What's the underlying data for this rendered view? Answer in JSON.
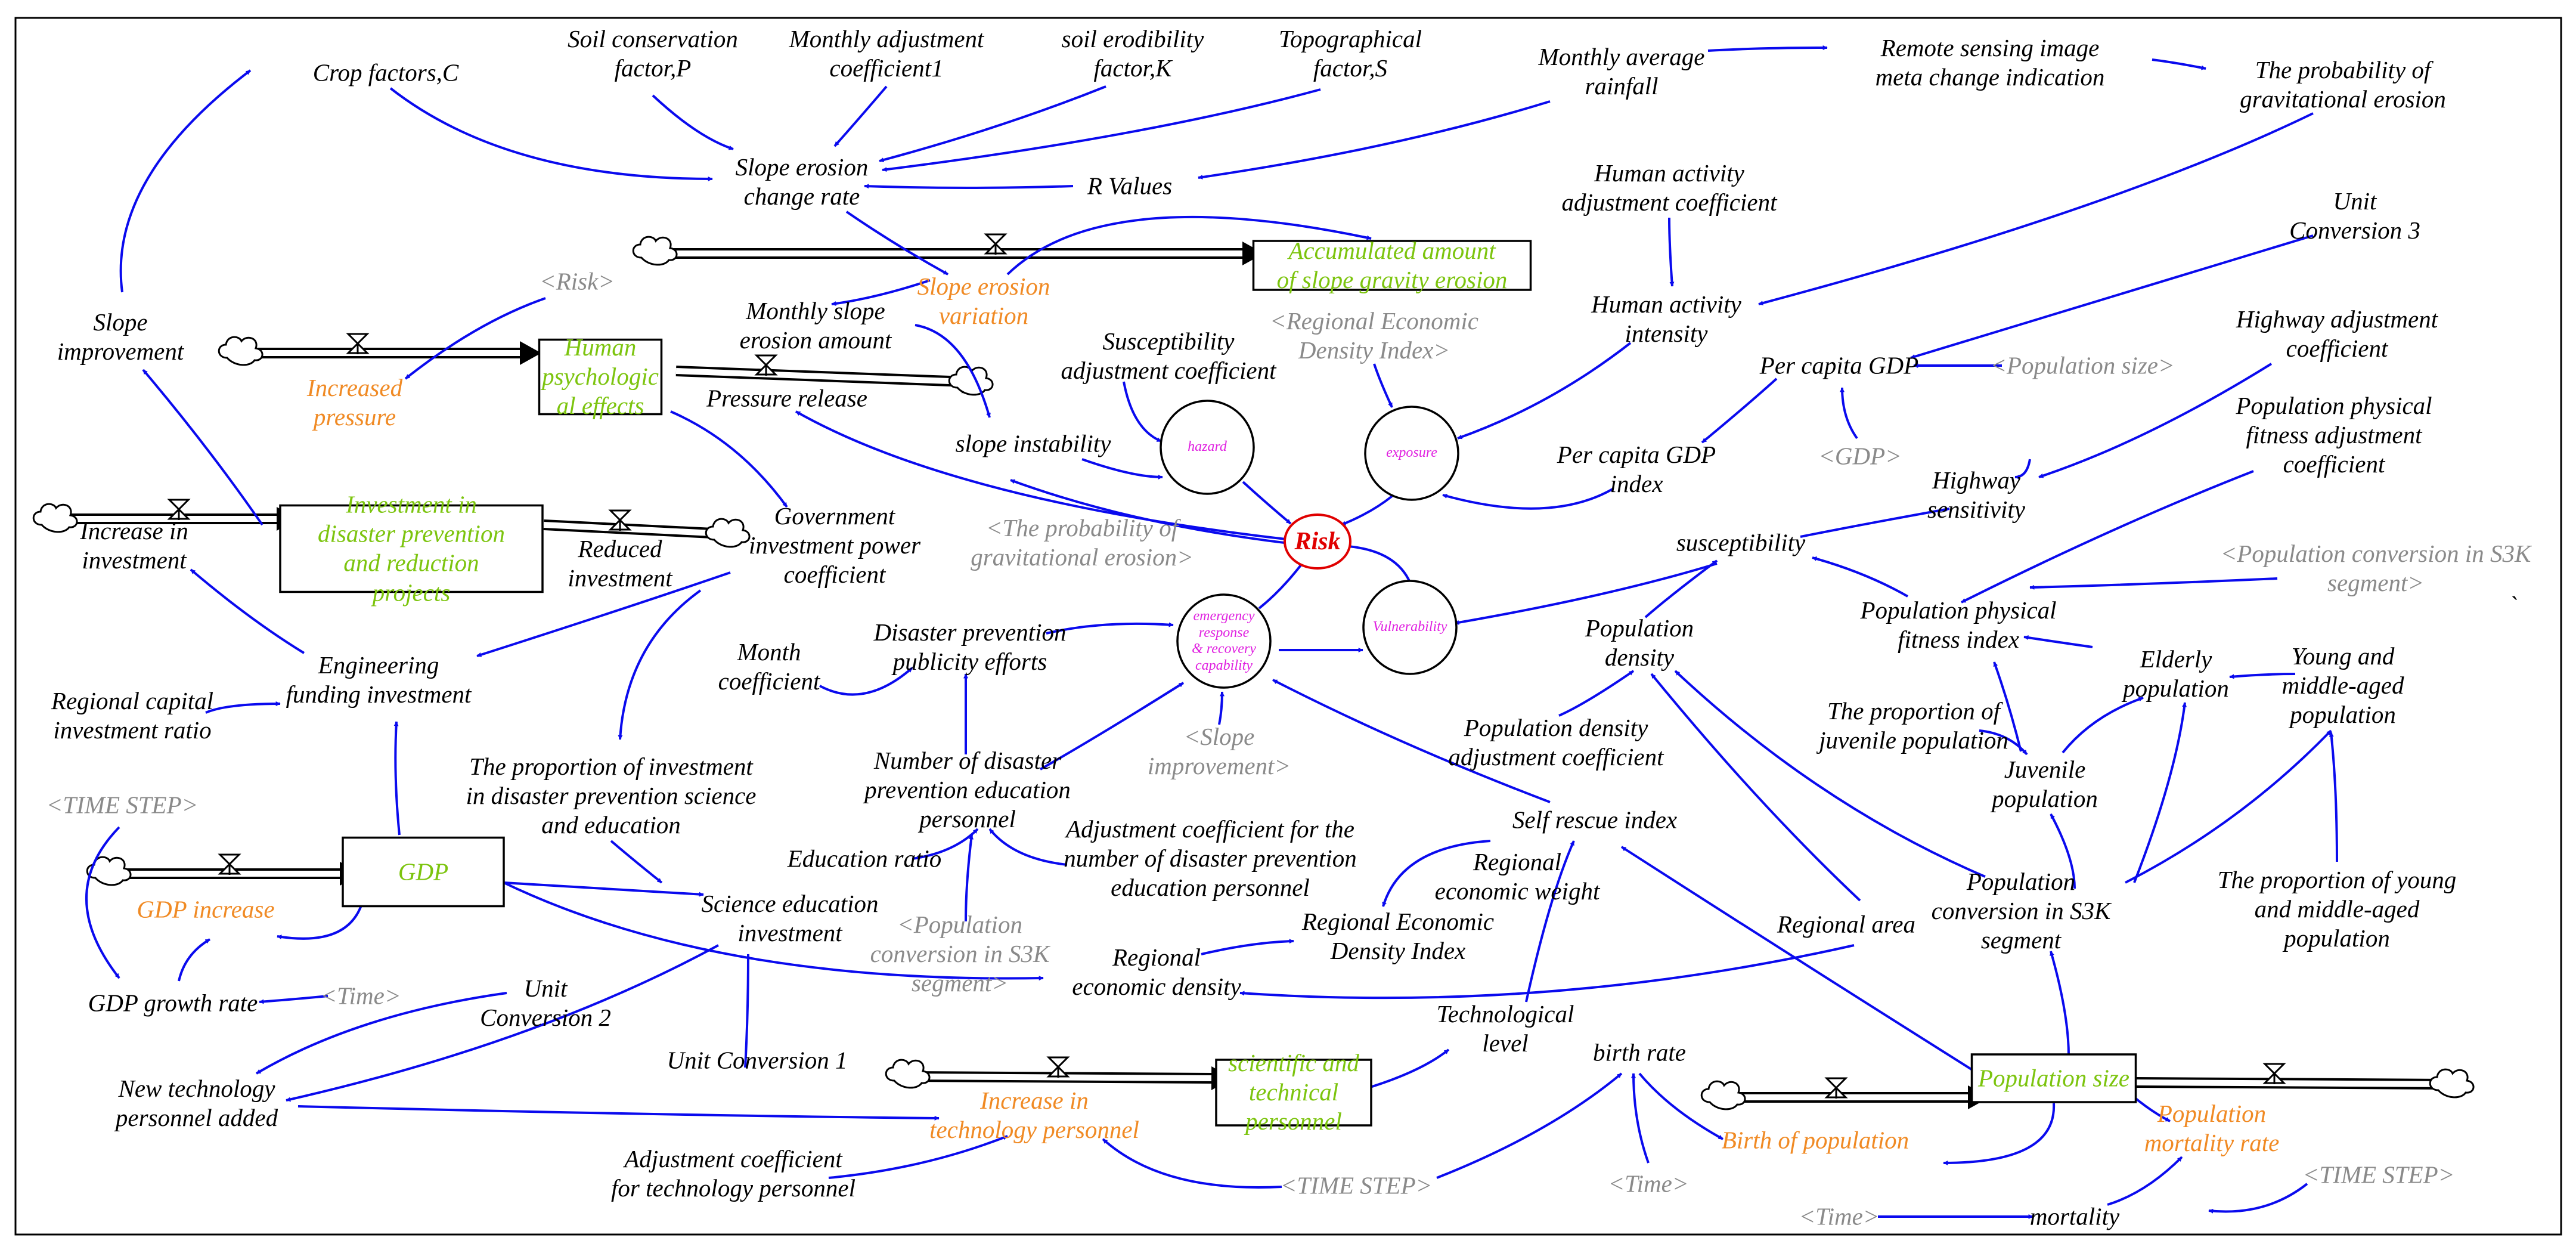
{
  "diagram": {
    "title": "",
    "nodes": [
      {
        "id": "crop",
        "text": "Crop factors,C",
        "kind": "var"
      },
      {
        "id": "soilcons",
        "text": "Soil conservation\nfactor,P",
        "kind": "var"
      },
      {
        "id": "monthadj1",
        "text": "Monthly adjustment\ncoefficient1",
        "kind": "var"
      },
      {
        "id": "erodK",
        "text": "soil erodibility\nfactor,K",
        "kind": "var"
      },
      {
        "id": "topoS",
        "text": "Topographical\nfactor,S",
        "kind": "var"
      },
      {
        "id": "rainfall",
        "text": "Monthly average\nrainfall",
        "kind": "var"
      },
      {
        "id": "rsimage",
        "text": "Remote sensing image\nmeta change indication",
        "kind": "var"
      },
      {
        "id": "probgrav",
        "text": "The probability of\ngravitational erosion",
        "kind": "var"
      },
      {
        "id": "slopechg",
        "text": "Slope erosion\nchange rate",
        "kind": "var"
      },
      {
        "id": "rvalues",
        "text": "R Values",
        "kind": "var"
      },
      {
        "id": "slopeimp",
        "text": "Slope\nimprovement",
        "kind": "var"
      },
      {
        "id": "riskg",
        "text": "<Risk>",
        "kind": "ghost"
      },
      {
        "id": "sevar",
        "text": "Slope erosion\nvariation",
        "kind": "rate"
      },
      {
        "id": "accum",
        "text": "Accumulated amount\nof slope gravity erosion",
        "kind": "stock"
      },
      {
        "id": "hae",
        "text": "Human activity\nadjustment coefficient",
        "kind": "var"
      },
      {
        "id": "unitconv3",
        "text": "Unit\nConversion 3",
        "kind": "var"
      },
      {
        "id": "monthlyslope",
        "text": "Monthly slope\nerosion amount",
        "kind": "var"
      },
      {
        "id": "suscadj",
        "text": "Susceptibility\nadjustment coefficient",
        "kind": "var"
      },
      {
        "id": "redig",
        "text": "<Regional Economic\nDensity Index>",
        "kind": "ghost"
      },
      {
        "id": "humanint",
        "text": "Human activity\nintensity",
        "kind": "var"
      },
      {
        "id": "hwyadj",
        "text": "Highway adjustment\ncoefficient",
        "kind": "var"
      },
      {
        "id": "incpress",
        "text": "Increased\npressure",
        "kind": "rate"
      },
      {
        "id": "humpsy",
        "text": "Human\npsychologic\nal effects",
        "kind": "stock"
      },
      {
        "id": "pressrel",
        "text": "Pressure release",
        "kind": "var"
      },
      {
        "id": "slopeinst",
        "text": "slope instability",
        "kind": "var"
      },
      {
        "id": "hazard",
        "text": "hazard",
        "kind": "circle"
      },
      {
        "id": "exposure",
        "text": "exposure",
        "kind": "circle"
      },
      {
        "id": "pcgdp",
        "text": "Per capita GDP",
        "kind": "var"
      },
      {
        "id": "popsizeg",
        "text": "<Population size>",
        "kind": "ghost"
      },
      {
        "id": "gdpg",
        "text": "<GDP>",
        "kind": "ghost"
      },
      {
        "id": "pcgdpidx",
        "text": "Per capita GDP\nindex",
        "kind": "var"
      },
      {
        "id": "ppfadj",
        "text": "Population physical\nfitness adjustment\ncoefficient",
        "kind": "var"
      },
      {
        "id": "hwysens",
        "text": "Highway\nsensitivity",
        "kind": "var"
      },
      {
        "id": "incinv",
        "text": "Increase in\ninvestment",
        "kind": "var"
      },
      {
        "id": "invdis",
        "text": "Investment in\ndisaster prevention\nand reduction\nprojects",
        "kind": "stock"
      },
      {
        "id": "redinv",
        "text": "Reduced\ninvestment",
        "kind": "var"
      },
      {
        "id": "govinv",
        "text": "Government\ninvestment power\ncoefficient",
        "kind": "var"
      },
      {
        "id": "probgravg",
        "text": "<The probability of\ngravitational erosion>",
        "kind": "ghost"
      },
      {
        "id": "risk",
        "text": "Risk",
        "kind": "risk"
      },
      {
        "id": "susc",
        "text": "susceptibility",
        "kind": "var"
      },
      {
        "id": "popconvg",
        "text": "<Population conversion in S3K\nsegment>",
        "kind": "ghost"
      },
      {
        "id": "popdens",
        "text": "Population\ndensity",
        "kind": "var"
      },
      {
        "id": "ppfi",
        "text": "Population physical\nfitness index",
        "kind": "var"
      },
      {
        "id": "elderly",
        "text": "Elderly\npopulation",
        "kind": "var"
      },
      {
        "id": "youngmid",
        "text": "Young and\nmiddle-aged\npopulation",
        "kind": "var"
      },
      {
        "id": "monthcoef",
        "text": "Month\ncoefficient",
        "kind": "var"
      },
      {
        "id": "dpp",
        "text": "Disaster prevention\npublicity efforts",
        "kind": "var"
      },
      {
        "id": "emerg",
        "text": "emergency\nresponse\n& recovery\ncapability",
        "kind": "circle"
      },
      {
        "id": "vuln",
        "text": "Vulnerability",
        "kind": "circle"
      },
      {
        "id": "engfund",
        "text": "Engineering\nfunding investment",
        "kind": "var"
      },
      {
        "id": "regcap",
        "text": "Regional capital\ninvestment ratio",
        "kind": "var"
      },
      {
        "id": "slopeimpg",
        "text": "<Slope\nimprovement>",
        "kind": "ghost"
      },
      {
        "id": "popdensadj",
        "text": "Population density\nadjustment coefficient",
        "kind": "var"
      },
      {
        "id": "propjuv",
        "text": "The proportion of\njuvenile population",
        "kind": "var"
      },
      {
        "id": "juvpop",
        "text": "Juvenile\npopulation",
        "kind": "var"
      },
      {
        "id": "numdpe",
        "text": "Number of disaster\nprevention education\npersonnel",
        "kind": "var"
      },
      {
        "id": "propinv",
        "text": "The proportion of investment\nin disaster prevention science\nand education",
        "kind": "var"
      },
      {
        "id": "timestep1",
        "text": "<TIME STEP>",
        "kind": "ghost"
      },
      {
        "id": "selfrescue",
        "text": "Self rescue index",
        "kind": "var"
      },
      {
        "id": "gdp",
        "text": "GDP",
        "kind": "stock"
      },
      {
        "id": "edratio",
        "text": "Education ratio",
        "kind": "var"
      },
      {
        "id": "adjdpe",
        "text": "Adjustment coefficient for the\nnumber of disaster prevention\neducation personnel",
        "kind": "var"
      },
      {
        "id": "regweight",
        "text": "Regional\neconomic weight",
        "kind": "var"
      },
      {
        "id": "popconv",
        "text": "Population\nconversion in S3K\nsegment",
        "kind": "var"
      },
      {
        "id": "propyoung",
        "text": "The proportion of young\nand middle-aged\npopulation",
        "kind": "var"
      },
      {
        "id": "gdpinc",
        "text": "GDP increase",
        "kind": "rate"
      },
      {
        "id": "sciedu",
        "text": "Science education\ninvestment",
        "kind": "var"
      },
      {
        "id": "redi",
        "text": "Regional Economic\nDensity Index",
        "kind": "var"
      },
      {
        "id": "regarea",
        "text": "Regional area",
        "kind": "var"
      },
      {
        "id": "popconvg2",
        "text": "<Population\nconversion in S3K\nsegment>",
        "kind": "ghost"
      },
      {
        "id": "regecon",
        "text": "Regional\neconomic density",
        "kind": "var"
      },
      {
        "id": "gdpgrowth",
        "text": "GDP growth rate",
        "kind": "var"
      },
      {
        "id": "timeg1",
        "text": "<Time>",
        "kind": "ghost"
      },
      {
        "id": "unitconv2",
        "text": "Unit\nConversion 2",
        "kind": "var"
      },
      {
        "id": "techlevel",
        "text": "Technological\nlevel",
        "kind": "var"
      },
      {
        "id": "unitconv1",
        "text": "Unit Conversion 1",
        "kind": "var"
      },
      {
        "id": "birthrate",
        "text": "birth rate",
        "kind": "var"
      },
      {
        "id": "newtech",
        "text": "New technology\npersonnel added",
        "kind": "var"
      },
      {
        "id": "inctech",
        "text": "Increase in\ntechnology personnel",
        "kind": "rate"
      },
      {
        "id": "scitech",
        "text": "scientific and\ntechnical\npersonnel",
        "kind": "stock"
      },
      {
        "id": "popsize",
        "text": "Population size",
        "kind": "stock"
      },
      {
        "id": "birthpop",
        "text": "Birth of population",
        "kind": "rate"
      },
      {
        "id": "popmort",
        "text": "Population\nmortality rate",
        "kind": "rate"
      },
      {
        "id": "adjtech",
        "text": "Adjustment coefficient\nfor technology personnel",
        "kind": "var"
      },
      {
        "id": "timestep2",
        "text": "<TIME STEP>",
        "kind": "ghost"
      },
      {
        "id": "timeg2",
        "text": "<Time>",
        "kind": "ghost"
      },
      {
        "id": "timestep3",
        "text": "<TIME STEP>",
        "kind": "ghost"
      },
      {
        "id": "timeg3",
        "text": "<Time>",
        "kind": "ghost"
      },
      {
        "id": "mortality",
        "text": "mortality",
        "kind": "var"
      },
      {
        "id": "tick",
        "text": "`",
        "kind": "var"
      }
    ],
    "colors": {
      "link": "#0a0aee",
      "variable": "#000000",
      "shadow_variable": "#8a8a8a",
      "rate": "#f08a24",
      "stock": "#7cc40e",
      "circle_label": "#e020e0",
      "risk": "#e00000"
    }
  }
}
